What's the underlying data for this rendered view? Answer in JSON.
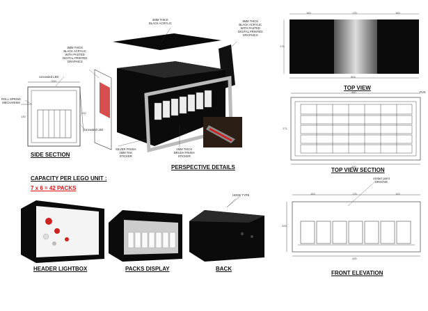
{
  "captions": {
    "side_section": "SIDE SECTION",
    "perspective_details": "PERSPECTIVE DETAILS",
    "top_view": "TOP VIEW",
    "top_view_section": "TOP VIEW SECTION",
    "header_lightbox": "HEADER LIGHTBOX",
    "packs_display": "PACKS DISPLAY",
    "back": "BACK",
    "front_elevation": "FRONT ELEVATION"
  },
  "capacity": {
    "title": "CAPACITY PER LEGO UNIT :",
    "value": "7 x 6 = 42 PACKS"
  },
  "notes": {
    "top_acrylic": "3MM THICK\nBLACK ACRYLIC",
    "right_acrylic": "3MM THICK\nBLACK ACRYLIC\nWITH PASTED\nDIGITAL PRINTED\nGRAPHICS",
    "left_acrylic": "3MM THICK\nBLACK ACRYLIC\nWITH PASTED\nDIGITAL PRINTED\nGRAPHICS",
    "concealed_led_top": "concealed LED",
    "roll_spring": "ROLL SPRING\nMECHANISM",
    "concealed_led_side": "concealed LED",
    "silver_finish": "SILVER FINISH\n1MM THK\nSTICKER",
    "brush_finish": "1MM THICK\nBRUSH FINISH\nSTICKER",
    "hook_type": "HOOK TYPE",
    "contact_point": "contact point\nGROOVE",
    "plus_mark": "PUS"
  },
  "dimensions": {
    "top_view": [
      "160",
      "176",
      "160",
      "504",
      "176"
    ],
    "top_section": [
      "440",
      "430",
      "171"
    ],
    "front": [
      "163",
      "176",
      "163",
      "200",
      "430"
    ],
    "side": [
      "200",
      "130",
      "200"
    ]
  },
  "colors": {
    "black": "#0b0b0b",
    "silver": "#b9b9b9",
    "red": "#dd1111"
  }
}
